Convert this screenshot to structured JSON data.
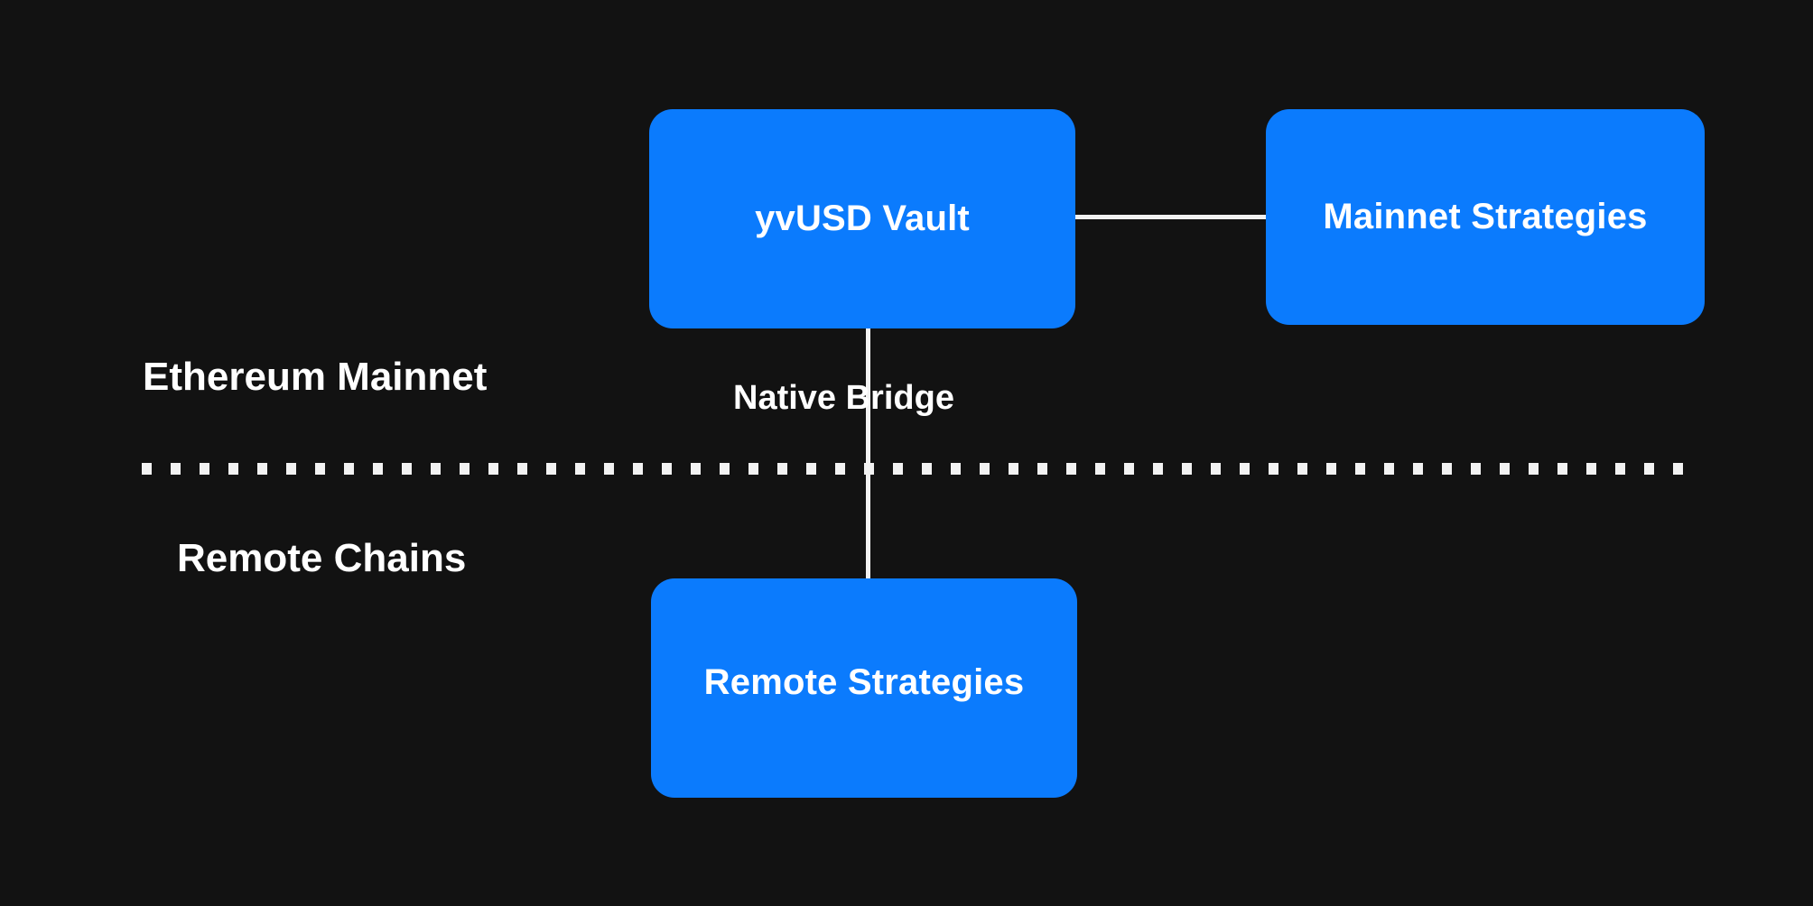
{
  "diagram": {
    "type": "architecture-flow",
    "background_color": "#121212",
    "node_color": "#0B7BFD",
    "line_color": "#F2F2F2",
    "text_color": "#FFFFFF",
    "nodes": [
      {
        "id": "vault",
        "label": "yvUSD Vault",
        "region": "Ethereum Mainnet"
      },
      {
        "id": "mainnet_strategies",
        "label": "Mainnet Strategies",
        "region": "Ethereum Mainnet"
      },
      {
        "id": "remote_strategies",
        "label": "Remote Strategies",
        "region": "Remote Chains"
      }
    ],
    "edges": [
      {
        "from": "vault",
        "to": "mainnet_strategies",
        "label": "",
        "style": "solid",
        "orientation": "horizontal"
      },
      {
        "from": "vault",
        "to": "remote_strategies",
        "label": "Native Bridge",
        "style": "solid",
        "orientation": "vertical"
      }
    ],
    "regions": [
      {
        "id": "ethereum_mainnet",
        "label": "Ethereum Mainnet",
        "position": "above-divider"
      },
      {
        "id": "remote_chains",
        "label": "Remote Chains",
        "position": "below-divider"
      }
    ],
    "divider": {
      "style": "dotted",
      "color": "#F2F2F2"
    },
    "edge_labels": {
      "native_bridge": "Native Bridge"
    }
  }
}
